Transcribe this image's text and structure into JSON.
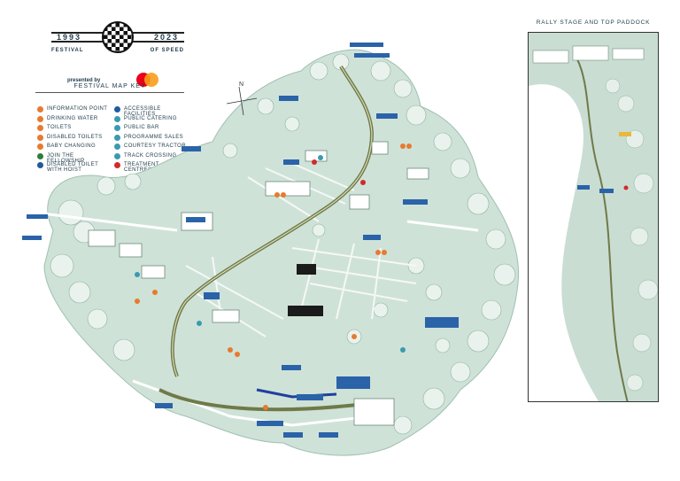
{
  "logo": {
    "year_start": "1993",
    "year_end": "2023",
    "festival": "FESTIVAL",
    "of_speed": "OF SPEED",
    "presented_by": "presented by",
    "sponsor_icon": "mastercard-logo"
  },
  "key": {
    "title": "FESTIVAL MAP KEY",
    "items": [
      {
        "label": "INFORMATION POINT",
        "icon": "info-icon",
        "color": "#e87a2e"
      },
      {
        "label": "DRINKING WATER",
        "icon": "water-icon",
        "color": "#e87a2e"
      },
      {
        "label": "TOILETS",
        "icon": "toilet-icon",
        "color": "#e87a2e"
      },
      {
        "label": "DISABLED TOILETS",
        "icon": "disabled-toilet-icon",
        "color": "#e87a2e"
      },
      {
        "label": "BABY CHANGING",
        "icon": "baby-changing-icon",
        "color": "#e87a2e"
      },
      {
        "label": "JOIN THE FELLOWSHIP",
        "icon": "fellowship-icon",
        "color": "#2e7d3a"
      },
      {
        "label": "DISABLED TOILET WITH HOIST",
        "icon": "hoist-icon",
        "color": "#1f5a9e"
      },
      {
        "label": "ACCESSIBLE FACILITIES",
        "icon": "accessible-icon",
        "color": "#1f5a9e"
      },
      {
        "label": "PUBLIC CATERING",
        "icon": "catering-icon",
        "color": "#3a9ab0"
      },
      {
        "label": "PUBLIC BAR",
        "icon": "bar-icon",
        "color": "#3a9ab0"
      },
      {
        "label": "PROGRAMME SALES",
        "icon": "programme-icon",
        "color": "#3a9ab0"
      },
      {
        "label": "COURTESY TRACTOR",
        "icon": "tractor-icon",
        "color": "#3a9ab0"
      },
      {
        "label": "TRACK CROSSING",
        "icon": "crossing-icon",
        "color": "#3a9ab0"
      },
      {
        "label": "TREATMENT CENTRES",
        "icon": "treatment-icon",
        "color": "#d22a2a"
      }
    ]
  },
  "map": {
    "compass_label": "N",
    "colors": {
      "ground": "#cfe2d8",
      "trees": "#e4efe8",
      "track": "#6f7a48",
      "labels": "#1f4f8a",
      "roads": "#f4f7f5"
    }
  },
  "inset": {
    "title": "RALLY STAGE AND TOP PADDOCK"
  }
}
